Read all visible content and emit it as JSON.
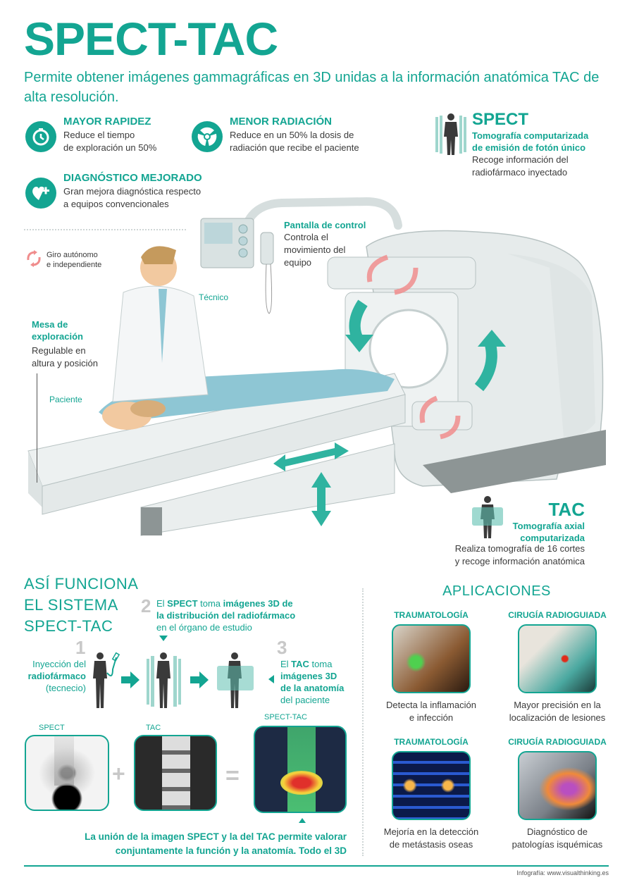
{
  "header": {
    "title": "SPECT-TAC",
    "subtitle": "Permite obtener imágenes gammagráficas en 3D unidas a la información anatómica TAC de alta resolución."
  },
  "features": [
    {
      "icon": "stopwatch-icon",
      "title": "MAYOR RAPIDEZ",
      "line1": "Reduce el tiempo",
      "line2": "de exploración un 50%"
    },
    {
      "icon": "radiation-icon",
      "title": "MENOR RADIACIÓN",
      "line1": "Reduce en un 50%  la dosis de",
      "line2": "radiación que recibe el paciente"
    },
    {
      "icon": "heart-plus-icon",
      "title": "DIAGNÓSTICO MEJORADO",
      "line1": "Gran mejora diagnóstica respecto",
      "line2": "a equipos convencionales"
    }
  ],
  "spect_callout": {
    "title": "SPECT",
    "subtitle1": "Tomografía computarizada",
    "subtitle2": "de emisión de fotón único",
    "desc1": "Recoge información del",
    "desc2": "radiofármaco inyectado"
  },
  "tac_callout": {
    "title": "TAC",
    "subtitle1": "Tomografía axial",
    "subtitle2": "computarizada",
    "desc1": "Realiza tomografía de 16 cortes",
    "desc2": "y recoge información anatómica"
  },
  "illustration": {
    "rotation_legend1": "Giro autónomo",
    "rotation_legend2": "e independiente",
    "control_title": "Pantalla de control",
    "control_desc1": "Controla el",
    "control_desc2": "movimiento del",
    "control_desc3": "equipo",
    "tecnico": "Técnico",
    "mesa_title1": "Mesa de",
    "mesa_title2": "exploración",
    "mesa_desc1": "Regulable en",
    "mesa_desc2": "altura y posición",
    "paciente": "Paciente"
  },
  "how_it_works": {
    "heading1": "ASÍ FUNCIONA",
    "heading2": "EL SISTEMA",
    "heading3": "SPECT-TAC",
    "step1_num": "1",
    "step1_a": "Inyección del",
    "step1_b": "radiofármaco",
    "step1_c": "(tecnecio)",
    "step2_num": "2",
    "step2_a": "El ",
    "step2_b": "SPECT",
    "step2_c": " toma ",
    "step2_d": "imágenes 3D de",
    "step2_e": "la distribución del radiofármaco",
    "step2_f": "en el órgano de estudio",
    "step3_num": "3",
    "step3_a": "El ",
    "step3_b": "TAC",
    "step3_c": " toma",
    "step3_d": "imágenes 3D",
    "step3_e": "de la anatomía",
    "step3_f": "del paciente",
    "img_spect": "SPECT",
    "img_tac": "TAC",
    "img_fusion": "SPECT-TAC",
    "plus": "+",
    "equals": "=",
    "conclusion1": "La unión de la imagen SPECT y la del TAC permite valorar",
    "conclusion2": "conjuntamente la función y la anatomía. Todo el 3D"
  },
  "applications": {
    "heading": "APLICACIONES",
    "items": [
      {
        "title": "TRAUMATOLOGÍA",
        "desc1": "Detecta la inflamación",
        "desc2": "e infección"
      },
      {
        "title": "CIRUGÍA RADIOGUIADA",
        "desc1": "Mayor precisión en la",
        "desc2": "localización de lesiones"
      },
      {
        "title": "TRAUMATOLOGÍA",
        "desc1": "Mejoría en la detección",
        "desc2": "de metástasis oseas"
      },
      {
        "title": "CIRUGÍA RADIOGUIADA",
        "desc1": "Diagnóstico de",
        "desc2": "patologías isquémicas"
      }
    ]
  },
  "footer": {
    "credit": "Infografía: www.visualthinking.es"
  },
  "colors": {
    "accent": "#13a592",
    "text": "#3a3a3a",
    "rotation_arrow": "#f08d8d",
    "muted": "#c8c8c8"
  }
}
